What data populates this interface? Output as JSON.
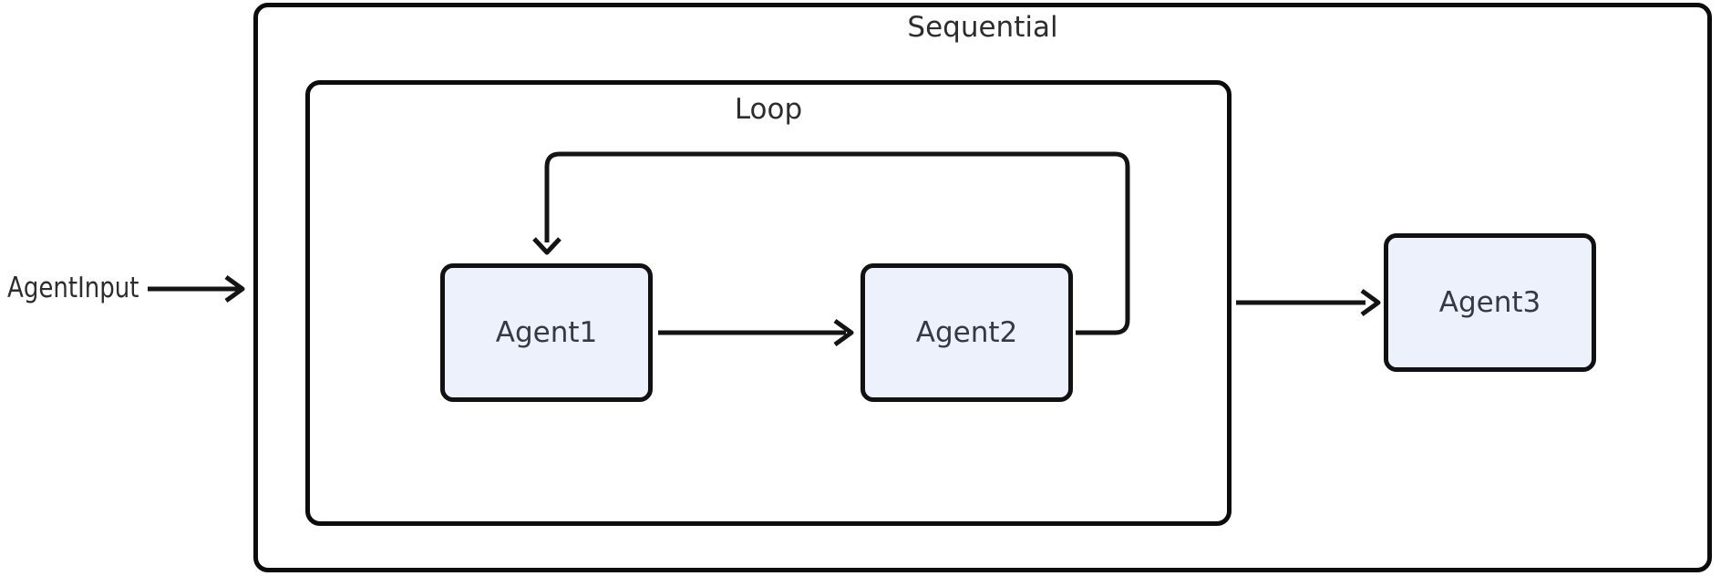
{
  "diagram": {
    "type": "agent-flow-diagram",
    "containers": {
      "sequential": {
        "label": "Sequential"
      },
      "loop": {
        "label": "Loop"
      }
    },
    "nodes": {
      "agent1": {
        "label": "Agent1"
      },
      "agent2": {
        "label": "Agent2"
      },
      "agent3": {
        "label": "Agent3"
      }
    },
    "input": {
      "label": "AgentInput"
    },
    "edges": [
      {
        "from": "AgentInput",
        "to": "Sequential",
        "style": "straight-arrow"
      },
      {
        "from": "Agent1",
        "to": "Agent2",
        "style": "straight-arrow"
      },
      {
        "from": "Agent2",
        "to": "Agent1",
        "style": "loop-back-arrow"
      },
      {
        "from": "Loop",
        "to": "Agent3",
        "style": "straight-arrow"
      }
    ],
    "colors": {
      "node_fill": "#edf1fb",
      "node_border": "#111111",
      "container_border": "#0c0c0c",
      "node_label": "#333a45",
      "outer_label": "#2d2d2d",
      "edge": "#141414",
      "background": "#ffffff"
    }
  }
}
